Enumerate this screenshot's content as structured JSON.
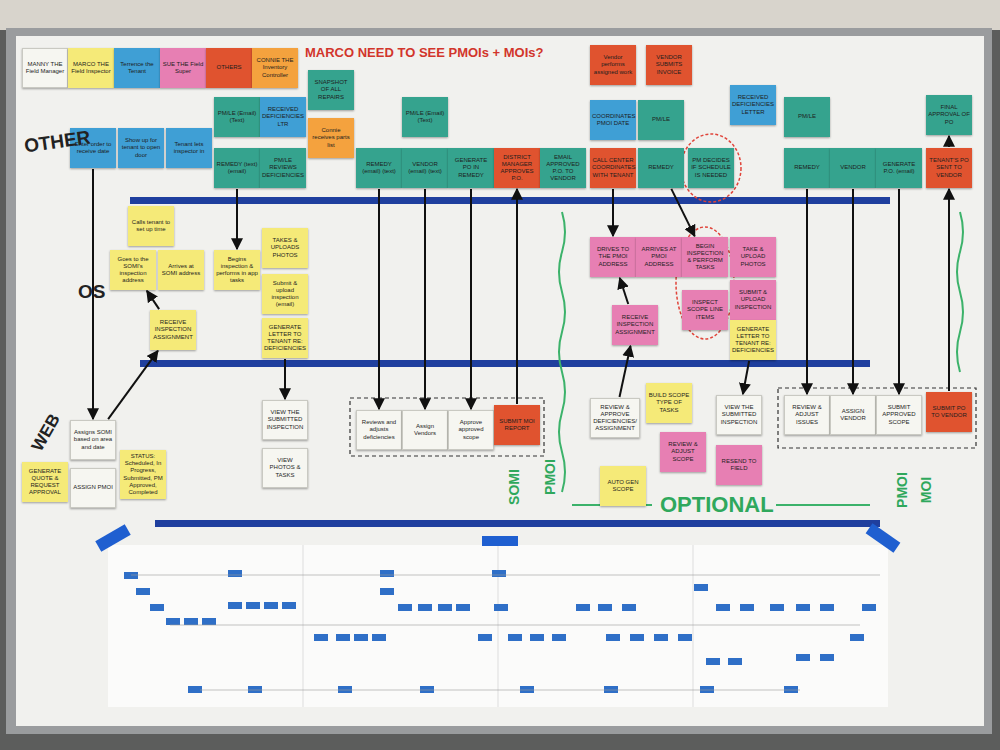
{
  "diagram": {
    "nodes": [
      {
        "text": [
          "MANNY THE Field Manager"
        ]
      },
      {
        "text": [
          "MARCO THE Field Inspector"
        ]
      },
      {
        "text": [
          "Terrence the Tenant"
        ]
      },
      {
        "text": [
          "SUE THE Field Super"
        ]
      },
      {
        "text": [
          "OTHERS"
        ]
      },
      {
        "text": [
          "CONNIE THE Inventory Controller"
        ]
      },
      {
        "text": [
          "Enter order to receive date"
        ]
      },
      {
        "text": [
          "Show up for tenant to open door"
        ]
      },
      {
        "text": [
          "Tenant lets inspector in"
        ]
      },
      {
        "text": [
          "PM/LE (Email) (Text)"
        ]
      },
      {
        "text": [
          "RECEIVED DEFICIENCIES LTR"
        ]
      },
      {
        "text": [
          "SNAPSHOT OF ALL REPAIRS"
        ]
      },
      {
        "text": [
          "Connie receives parts list"
        ]
      },
      {
        "text": [
          "REMEDY (text) (email)"
        ]
      },
      {
        "text": [
          "PM/LE REVIEWS DEFICIENCIES"
        ]
      },
      {
        "text": [
          "PM/LE (Email) (Text)"
        ]
      },
      {
        "text": [
          "REMEDY (email) (text)"
        ]
      },
      {
        "text": [
          "VENDOR (email) (text)"
        ]
      },
      {
        "text": [
          "GENERATE PO IN REMEDY"
        ]
      },
      {
        "text": [
          "DISTRICT MANAGER APPROVES P.O."
        ]
      },
      {
        "text": [
          "EMAIL APPROVED P.O. TO VENDOR"
        ]
      },
      {
        "text": [
          "Vendor performs assigned work"
        ]
      },
      {
        "text": [
          "VENDOR SUBMITS INVOICE"
        ]
      },
      {
        "text": [
          "COORDINATES PMOI DATE"
        ]
      },
      {
        "text": [
          "CALL CENTER COORDINATES WITH TENANT"
        ]
      },
      {
        "text": [
          "PM/LE"
        ]
      },
      {
        "text": [
          "REMEDY"
        ]
      },
      {
        "text": [
          "PM DECIDES IF SCHEDULE IS NEEDED"
        ]
      },
      {
        "text": [
          "RECEIVED DEFICIENCIES LETTER"
        ]
      },
      {
        "text": [
          "PM/LE"
        ]
      },
      {
        "text": [
          "REMEDY"
        ]
      },
      {
        "text": [
          "VENDOR"
        ]
      },
      {
        "text": [
          "GENERATE P.O. (email)"
        ]
      },
      {
        "text": [
          "FINAL APPROVAL OF PO"
        ]
      },
      {
        "text": [
          "TENANT'S PO SENT TO VENDOR"
        ]
      },
      {
        "text": [
          "Calls tenant to set up time"
        ]
      },
      {
        "text": [
          "Goes to the SOMI's inspection address"
        ]
      },
      {
        "text": [
          "Arrives at SOMI address"
        ]
      },
      {
        "text": [
          "RECEIVE INSPECTION ASSIGNMENT"
        ]
      },
      {
        "text": [
          "Begins inspection & performs in app tasks"
        ]
      },
      {
        "text": [
          "TAKES & UPLOADS PHOTOS"
        ]
      },
      {
        "text": [
          "Submit & upload inspection (email)"
        ]
      },
      {
        "text": [
          "GENERATE LETTER TO TENANT RE: DEFICIENCIES"
        ]
      },
      {
        "text": [
          "DRIVES TO THE PMOI ADDRESS"
        ]
      },
      {
        "text": [
          "ARRIVES AT PMOI ADDRESS"
        ]
      },
      {
        "text": [
          "BEGIN INSPECTION & PERFORM TASKS"
        ]
      },
      {
        "text": [
          "INSPECT SCOPE LINE ITEMS"
        ]
      },
      {
        "text": [
          "RECEIVE INSPECTION ASSIGNMENT"
        ]
      },
      {
        "text": [
          "TAKE & UPLOAD PHOTOS"
        ]
      },
      {
        "text": [
          "SUBMIT & UPLOAD INSPECTION"
        ]
      },
      {
        "text": [
          "GENERATE LETTER TO TENANT RE: DEFICIENCIES"
        ]
      },
      {
        "text": [
          "Assigns SOMI based on area and date"
        ]
      },
      {
        "text": [
          "ASSIGN PMOI"
        ]
      },
      {
        "text": [
          "GENERATE QUOTE & REQUEST APPROVAL"
        ]
      },
      {
        "text": [
          "STATUS: Scheduled, In Progress, Submitted, PM Approved, Completed"
        ]
      },
      {
        "text": [
          "VIEW THE SUBMITTED INSPECTION"
        ]
      },
      {
        "text": [
          "VIEW PHOTOS & TASKS"
        ]
      },
      {
        "text": [
          "Reviews and adjusts deficiencies"
        ]
      },
      {
        "text": [
          "Assign Vendors"
        ]
      },
      {
        "text": [
          "Approve approved scope"
        ]
      },
      {
        "text": [
          "SUBMIT MOI REPORT"
        ]
      },
      {
        "text": [
          "REVIEW & APPROVE DEFICIENCIES/ ASSIGNMENT"
        ]
      },
      {
        "text": [
          "BUILD SCOPE TYPE OF TASKS"
        ]
      },
      {
        "text": [
          "REVIEW & ADJUST SCOPE"
        ]
      },
      {
        "text": [
          "AUTO GEN SCOPE"
        ]
      },
      {
        "text": [
          "VIEW THE SUBMITTED INSPECTION"
        ]
      },
      {
        "text": [
          "RESEND TO FIELD"
        ]
      },
      {
        "text": [
          "REVIEW & ADJUST ISSUES"
        ]
      },
      {
        "text": [
          "ASSIGN VENDOR"
        ]
      },
      {
        "text": [
          "SUBMIT APPROVED SCOPE"
        ]
      },
      {
        "text": [
          "SUBMIT PO TO VENDOR"
        ]
      }
    ],
    "edges": [
      {
        "from": 6,
        "to": 51,
        "arrow": "to"
      },
      {
        "from": 51,
        "to": 38,
        "arrow": "to"
      },
      {
        "from": 38,
        "to": 36,
        "arrow": "to"
      },
      {
        "from": 13,
        "to": 39,
        "arrow": "to"
      },
      {
        "from": 42,
        "to": 55,
        "arrow": "to"
      },
      {
        "from": 16,
        "to": 57,
        "arrow": "to"
      },
      {
        "from": 17,
        "to": 58,
        "arrow": "to"
      },
      {
        "from": 18,
        "to": 59,
        "arrow": "to"
      },
      {
        "from": 60,
        "to": 19,
        "arrow": "to"
      },
      {
        "from": 24,
        "to": 43,
        "arrow": "to"
      },
      {
        "from": 61,
        "to": 47,
        "arrow": "to"
      },
      {
        "from": 47,
        "to": 43,
        "arrow": "to"
      },
      {
        "from": 26,
        "to": 45,
        "arrow": "to"
      },
      {
        "from": 50,
        "to": 65,
        "arrow": "to"
      },
      {
        "from": 30,
        "to": 67,
        "arrow": "to"
      },
      {
        "from": 31,
        "to": 68,
        "arrow": "to"
      },
      {
        "from": 32,
        "to": 69,
        "arrow": "to"
      },
      {
        "from": 70,
        "to": 34,
        "arrow": "to"
      },
      {
        "from": 34,
        "to": 33,
        "arrow": "to"
      }
    ],
    "labels": [
      "MARCO NEED TO SEE PMOIs + MOIs?",
      "OTHER",
      "OS",
      "WEB",
      "SOMI",
      "PMOI",
      "OPTIONAL",
      "PMOI",
      "MOI"
    ]
  }
}
